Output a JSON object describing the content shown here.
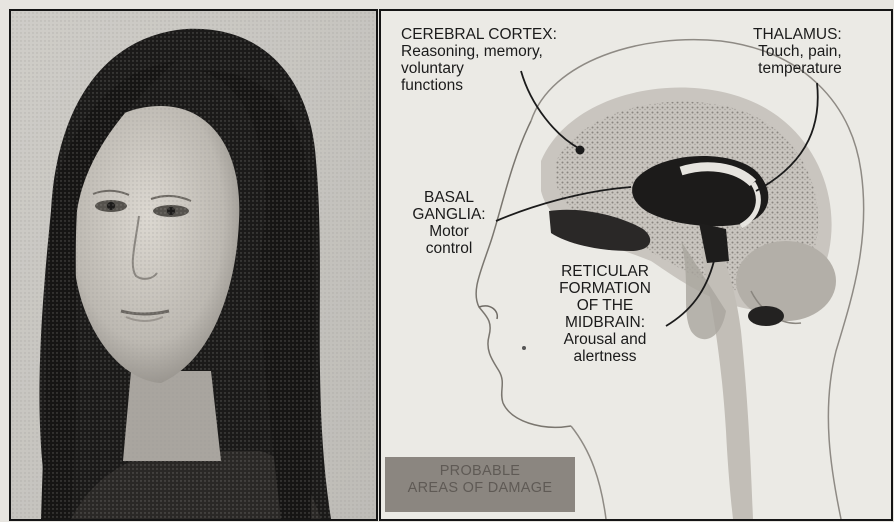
{
  "labels": {
    "cortex": {
      "title": "CEREBRAL CORTEX:",
      "line1": "Reasoning, memory,",
      "line2": "voluntary",
      "line3": "functions"
    },
    "thalamus": {
      "title": "THALAMUS:",
      "line1": "Touch, pain,",
      "line2": "temperature"
    },
    "basal": {
      "line1": "BASAL",
      "line2": "GANGLIA:",
      "line3": "Motor",
      "line4": "control"
    },
    "reticular": {
      "line1": "RETICULAR",
      "line2": "FORMATION",
      "line3": "OF THE",
      "line4": "MIDBRAIN:",
      "line5": "Arousal and",
      "line6": "alertness"
    }
  },
  "legend": {
    "line1": "PROBABLE",
    "line2": "AREAS OF DAMAGE"
  },
  "colors": {
    "damage": "#8b8680",
    "ink": "#1b1b1b",
    "paper": "#ebeae5"
  }
}
